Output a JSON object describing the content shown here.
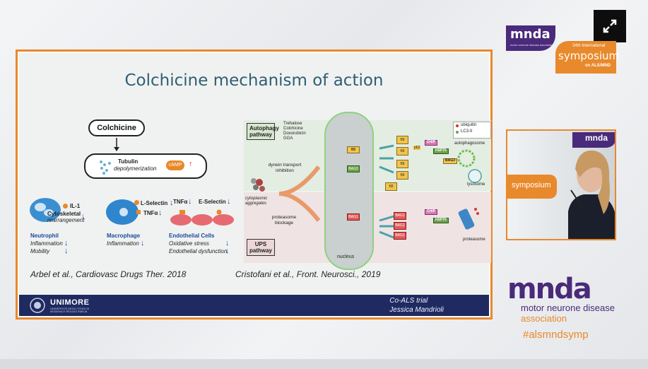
{
  "slide": {
    "title": "Colchicine mechanism of action",
    "left_panel": {
      "top_box": "Colchicine",
      "tubulin_label": "Tubulin",
      "tubulin_sub": "depolymerization",
      "camp": "cAMP",
      "il1": "IL-1",
      "cytoskeletal": "Cytoskeletal",
      "rearrangement": "rearrangement",
      "lselectin": "L-Selectin",
      "tnf1": "TNFα",
      "tnf2": "TNFα",
      "eselectin": "E-Selectin",
      "neutrophil": "Neutrophil",
      "neutrophil_lines": [
        "Inflammation",
        "Mobility"
      ],
      "macrophage": "Macrophage",
      "macrophage_lines": [
        "Inflammation"
      ],
      "endothelial": "Endothelial Cells",
      "endothelial_lines": [
        "Oxidative stress",
        "Endothelial dysfunction"
      ]
    },
    "right_panel": {
      "autophagy": "Autophagy pathway",
      "ups": "UPS pathway",
      "drugs": [
        "Trehalose",
        "Colchicine",
        "Doxorubicin",
        "GGA"
      ],
      "dynein": "dynein transport inhibition",
      "cytoplasmic": "cytoplasmic aggregates",
      "proteasome_blockage": "proteasome blockage",
      "nucleus": "nucleus",
      "legend_ubiquitin": "ubiquitin",
      "legend_lc3": "LC3-II",
      "autophagosome": "autophagosome",
      "lysosome": "lysosome",
      "proteasome": "proteasome",
      "b8": "B8",
      "bag3": "BAG3",
      "bag1": "BAG1",
      "chip": "CHIP",
      "hspa": "HSP70",
      "p62": "p62"
    },
    "citation_left": "Arbel et al., Cardiovasc Drugs Ther. 2018",
    "citation_right": "Cristofani et al., Front. Neurosci., 2019",
    "footer": {
      "university": "UNIMORE",
      "university_sub": "UNIVERSITÀ DEGLI STUDI DI MODENA E REGGIO EMILIA",
      "trial_line1": "Co-ALS trial",
      "trial_line2": "Jessica Mandrioli"
    }
  },
  "sidebar": {
    "mnda_small": "mnda",
    "mnda_small_sub": "motor neurone disease association",
    "symposium_ord": "34th International",
    "symposium_word": "symposium",
    "symposium_sub": "on ALS/MND",
    "video_mnda": "mnda",
    "video_symposium": "symposium",
    "logo_main": "mnda",
    "logo_line1": "motor neurone disease",
    "logo_line2": "association",
    "hashtag": "#alsmndsymp"
  },
  "colors": {
    "accent_orange": "#e8892b",
    "brand_purple": "#4a2a7a",
    "slide_title": "#2f5f73",
    "footer_navy": "#1e2a60"
  }
}
